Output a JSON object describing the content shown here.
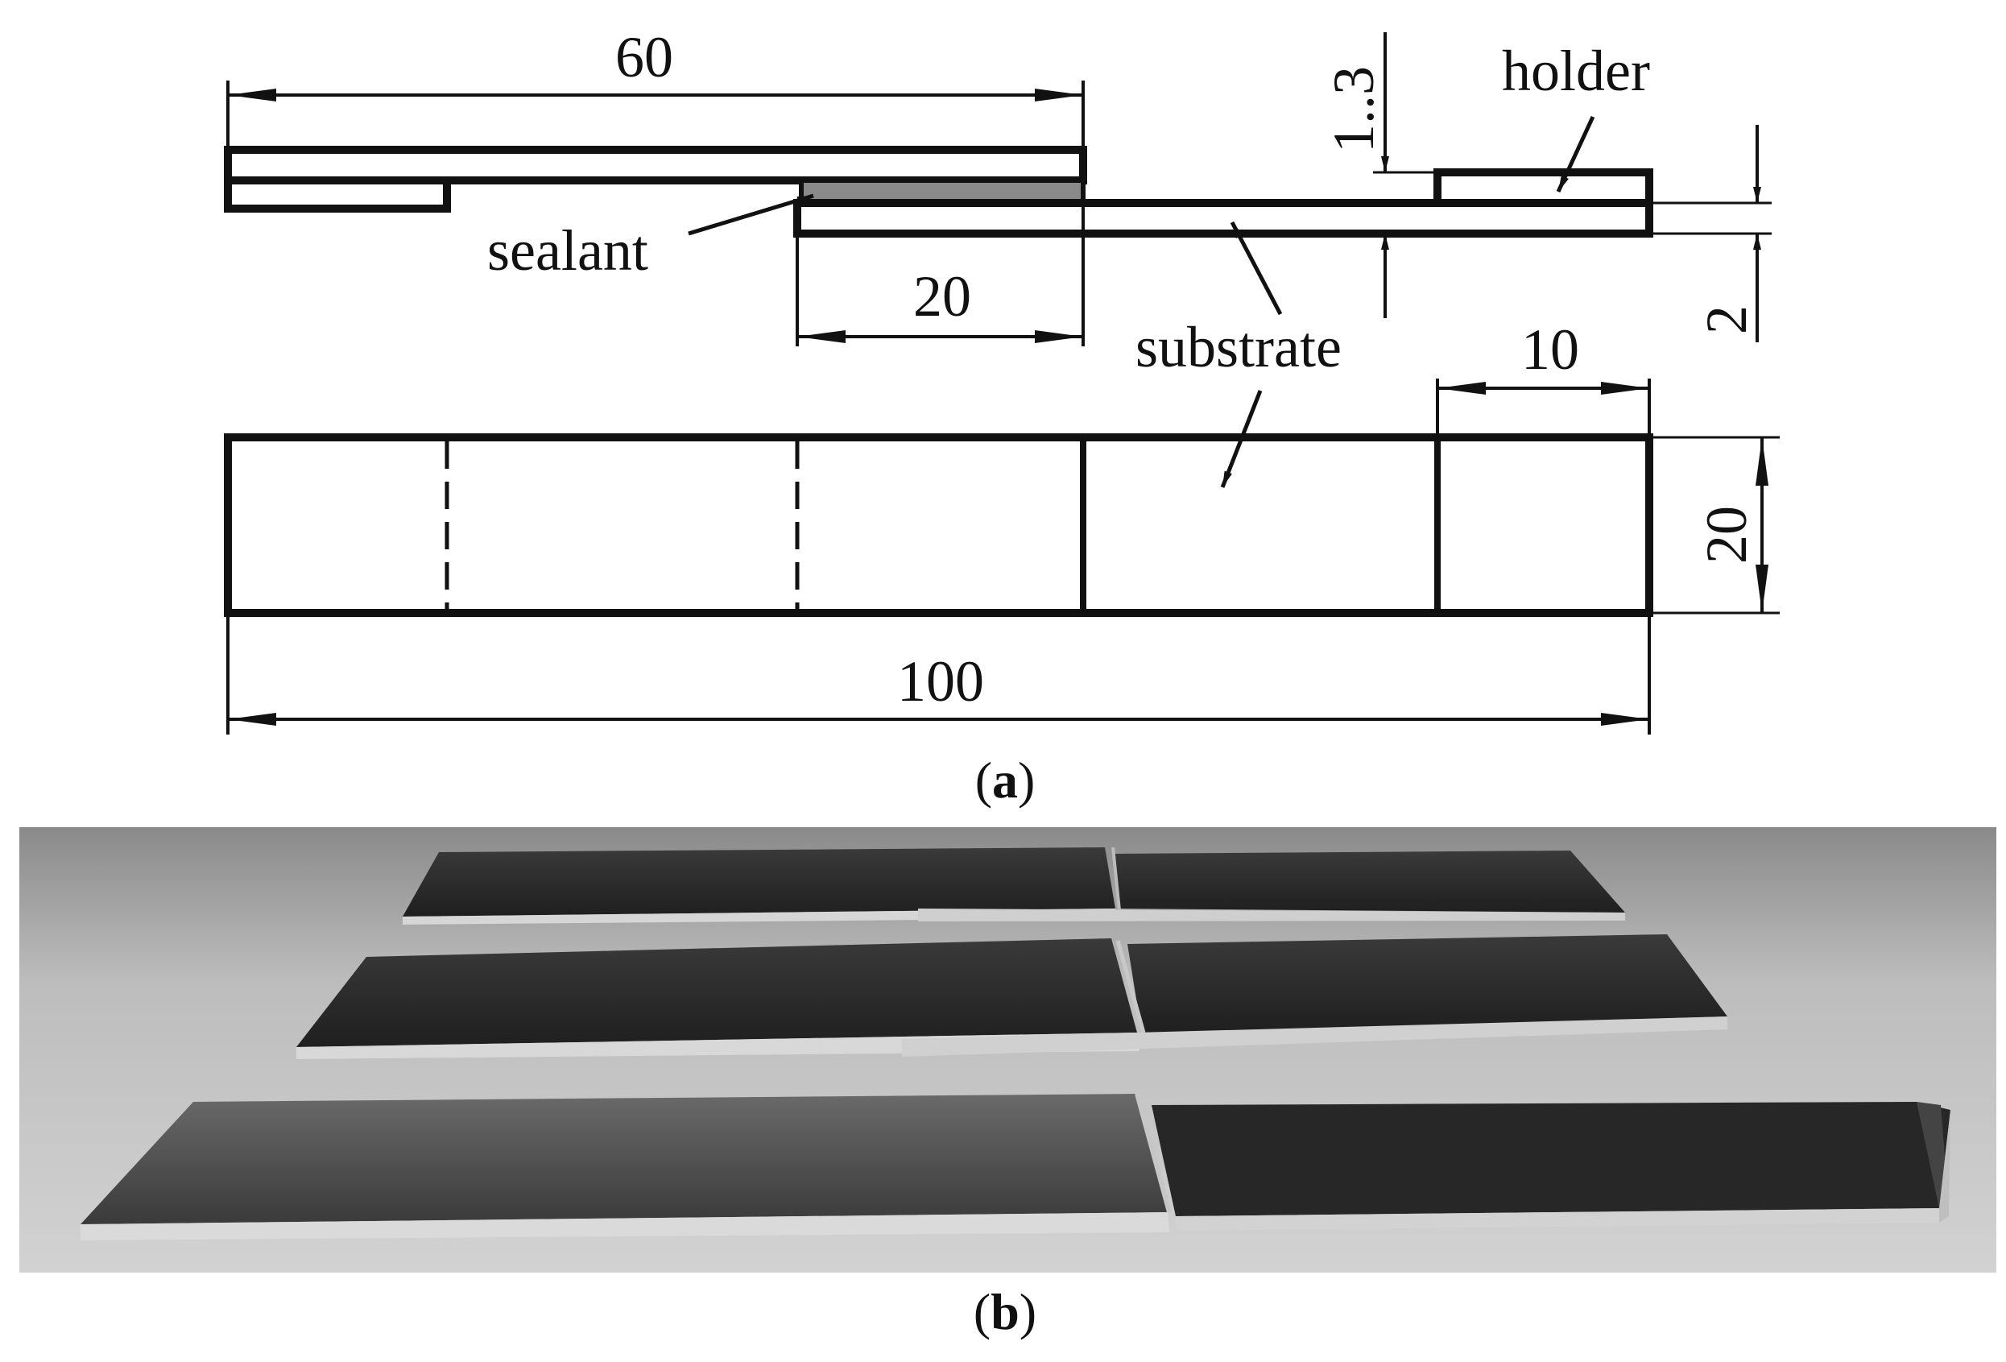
{
  "panel_a": {
    "caption_open": "(",
    "caption_letter": "a",
    "caption_close": ")",
    "labels": {
      "holder": "holder",
      "sealant": "sealant",
      "substrate": "substrate"
    },
    "dimensions": {
      "overall_top": "60",
      "overlap": "20",
      "gap": "1..3",
      "thickness": "2",
      "holder_length": "10",
      "width": "20",
      "overall_length": "100"
    },
    "colors": {
      "line": "#111111",
      "sealant_fill": "#8a8a8a"
    }
  },
  "panel_b": {
    "caption_open": "(",
    "caption_letter": "b",
    "caption_close": ")",
    "photo_description_icon": "photo-of-bonded-specimens",
    "colors": {
      "background_light": "#cfcfcf",
      "background_dark": "#7d7d7d",
      "plate_dark": "#2c2c2c",
      "plate_edge": "#d8d8d8"
    }
  }
}
